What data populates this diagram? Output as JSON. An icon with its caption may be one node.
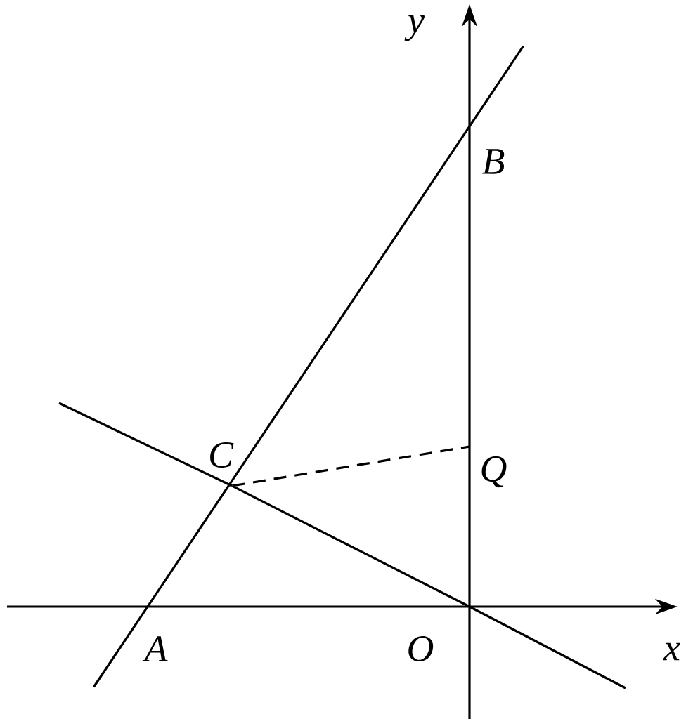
{
  "diagram": {
    "nodes": [
      {
        "text": [
          "B"
        ]
      },
      {
        "text": [
          "C"
        ]
      },
      {
        "text": [
          "Q"
        ]
      },
      {
        "text": [
          "A"
        ]
      },
      {
        "text": [
          "O"
        ]
      }
    ],
    "edges": [
      {
        "from": 3,
        "to": 0,
        "arrow": "none"
      },
      {
        "from": 1,
        "to": 4,
        "arrow": "none"
      },
      {
        "from": 1,
        "to": 2,
        "arrow": "none",
        "style": "dashed"
      }
    ],
    "labels": [
      "y",
      "x"
    ]
  }
}
